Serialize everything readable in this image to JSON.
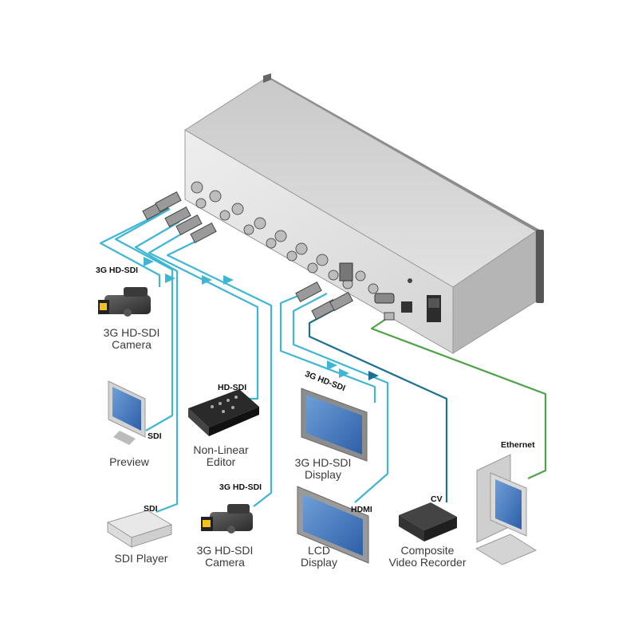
{
  "devices": {
    "camera_1": {
      "name_line1": "3G HD-SDI",
      "name_line2": "Camera",
      "signal": "3G HD-SDI"
    },
    "preview": {
      "name": "Preview",
      "signal": "SDI"
    },
    "nle": {
      "name_line1": "Non-Linear",
      "name_line2": "Editor",
      "signal": "HD-SDI"
    },
    "display_3g": {
      "name_line1": "3G HD-SDI",
      "name_line2": "Display",
      "signal": "3G HD-SDI"
    },
    "sdi_player": {
      "name": "SDI Player",
      "signal": "SDI"
    },
    "camera_2": {
      "name_line1": "3G HD-SDI",
      "name_line2": "Camera",
      "signal": "3G HD-SDI"
    },
    "lcd": {
      "name_line1": "LCD",
      "name_line2": "Display",
      "signal": "HDMI"
    },
    "recorder": {
      "name_line1": "Composite",
      "name_line2": "Video Recorder",
      "signal": "CV"
    },
    "pc": {
      "signal": "Ethernet"
    }
  },
  "colors": {
    "sdi_cable": "#3fb6d3",
    "cv_cable": "#1d6f95",
    "ethernet_cable": "#4ea24a",
    "chassis": "#d9d9d9"
  }
}
